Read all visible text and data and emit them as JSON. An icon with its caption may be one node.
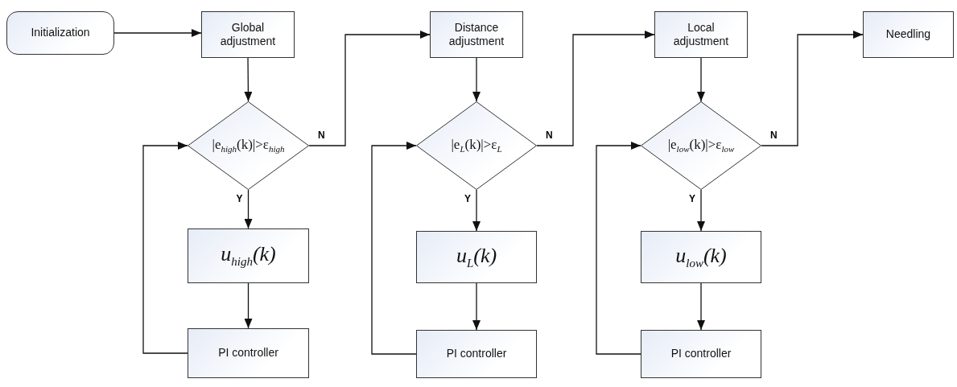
{
  "diagram": {
    "nodes": [
      {
        "text": [
          "Initialization"
        ]
      },
      {
        "text": [
          "Global adjustment"
        ]
      },
      {
        "text": [
          "|e$_{high}$(k)|>ε$_{high}$"
        ]
      },
      {
        "text": [
          "u$_{high}$(k)"
        ]
      },
      {
        "text": [
          "PI controller"
        ]
      },
      {
        "text": [
          "Distance adjustment"
        ]
      },
      {
        "text": [
          "|e$_{L}$(k)|>ε$_{L}$"
        ]
      },
      {
        "text": [
          "u$_{L}$(k)"
        ]
      },
      {
        "text": [
          "PI controller"
        ]
      },
      {
        "text": [
          "Local adjustment"
        ]
      },
      {
        "text": [
          "|e$_{low}$(k)|>ε$_{low}$"
        ]
      },
      {
        "text": [
          "u$_{low}$(k)"
        ]
      },
      {
        "text": [
          "PI controller"
        ]
      },
      {
        "text": [
          "Needling"
        ]
      }
    ],
    "edges": [
      {
        "from": 0,
        "to": 1,
        "arrow": "to"
      },
      {
        "from": 1,
        "to": 2,
        "arrow": "to"
      },
      {
        "from": 2,
        "to": 3,
        "arrow": "to",
        "label": "Y"
      },
      {
        "from": 3,
        "to": 4,
        "arrow": "to"
      },
      {
        "from": 4,
        "to": 2,
        "arrow": "to"
      },
      {
        "from": 2,
        "to": 5,
        "arrow": "to",
        "label": "N"
      },
      {
        "from": 5,
        "to": 6,
        "arrow": "to"
      },
      {
        "from": 6,
        "to": 7,
        "arrow": "to",
        "label": "Y"
      },
      {
        "from": 7,
        "to": 8,
        "arrow": "to"
      },
      {
        "from": 8,
        "to": 6,
        "arrow": "to"
      },
      {
        "from": 6,
        "to": 9,
        "arrow": "to",
        "label": "N"
      },
      {
        "from": 9,
        "to": 10,
        "arrow": "to"
      },
      {
        "from": 10,
        "to": 11,
        "arrow": "to",
        "label": "Y"
      },
      {
        "from": 11,
        "to": 12,
        "arrow": "to"
      },
      {
        "from": 12,
        "to": 10,
        "arrow": "to"
      },
      {
        "from": 10,
        "to": 13,
        "arrow": "to",
        "label": "N"
      }
    ]
  }
}
